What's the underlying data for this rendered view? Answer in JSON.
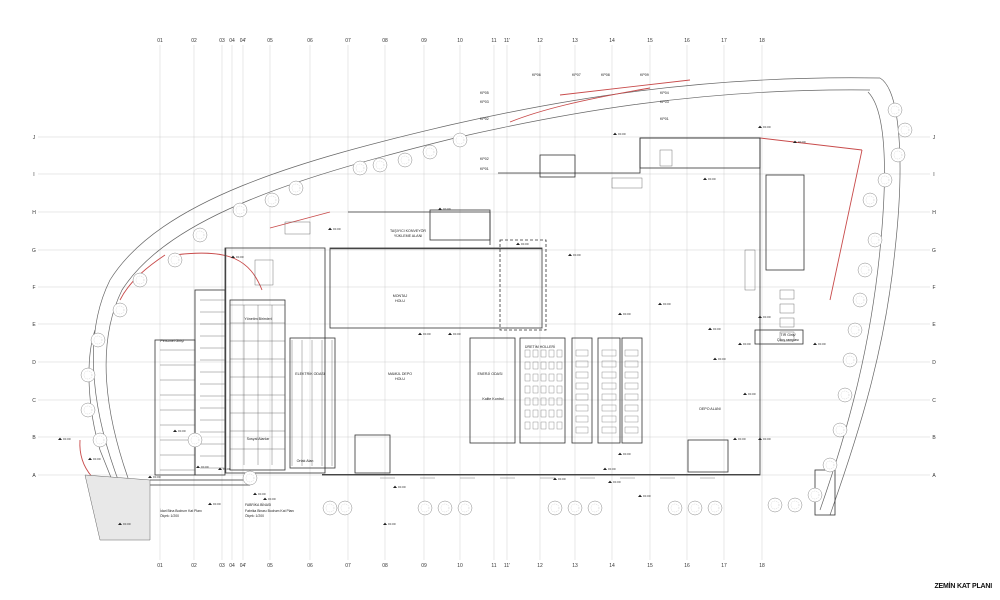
{
  "sheet_title": "ZEMİN KAT PLANI",
  "grid": {
    "columns": [
      "01",
      "02",
      "03",
      "04",
      "04'",
      "05",
      "06",
      "07",
      "08",
      "09",
      "10",
      "11",
      "11'",
      "12",
      "13",
      "14",
      "15",
      "16",
      "17",
      "18"
    ],
    "rows": [
      "J",
      "I",
      "H",
      "G",
      "F",
      "E",
      "D",
      "C",
      "B",
      "A"
    ]
  },
  "kp_markers": [
    "KP06",
    "KP07",
    "KP08",
    "KP09",
    "KP05",
    "KP04",
    "KP03",
    "KP03",
    "KP02",
    "KP01",
    "KP02",
    "KP01"
  ],
  "rooms": {
    "tasiyici": "TAŞIYICI KONVEYÖR",
    "yukleme": "YÜKLEME ALANI",
    "montaj_1": "MONTAJ",
    "montaj_2": "HOLU",
    "mamul_1": "MAMÜL DEPO",
    "mamul_2": "HOLU",
    "enerji": "ENERJİ ODASI",
    "depo": "DEPO ALANI",
    "tir_1": "TIR Giriş/",
    "tir_2": "Çıkış rampası",
    "personel": "Personel Girişi",
    "uretim": "ÜRETİM HOLLERİ",
    "elektrik": "ELEKTRİK ODASI",
    "yonetim": "Yönetim Birimleri",
    "sosyal": "Sosyal Alanlar",
    "kalite": "Kalite Kontrol",
    "ortak": "Ortak Alan"
  },
  "level_tag": "±0.00",
  "notes": {
    "left_1": "İdari Bina Bodrum Kat Planı",
    "left_2": "Ölçek: 1/200",
    "mid_1": "FABRİKA BİNASI",
    "mid_2": "Fabrika Binası Bodrum Kat Planı",
    "mid_3": "Ölçek: 1/200"
  }
}
